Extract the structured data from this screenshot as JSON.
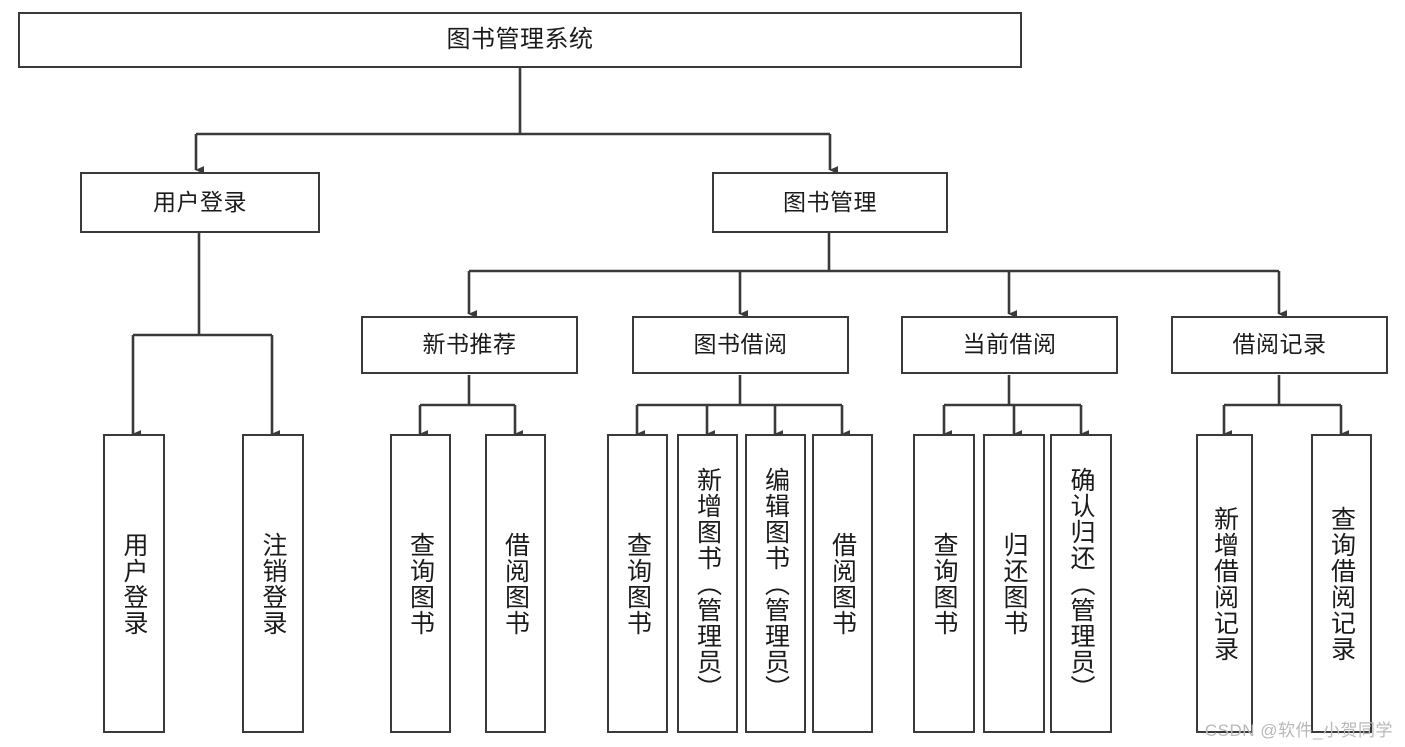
{
  "diagram": {
    "title": "图书管理系统",
    "watermark": "CSDN @软件_小贺同学",
    "stroke_color": "#3a3a3a",
    "text_color": "#1b1b1b",
    "background_color": "#ffffff",
    "watermark_color": "#b8b8b8"
  },
  "nodes": {
    "root": {
      "label": "图书管理系统"
    },
    "level2": [
      {
        "label": "用户登录"
      },
      {
        "label": "图书管理"
      }
    ],
    "level3": [
      {
        "label": "新书推荐"
      },
      {
        "label": "图书借阅"
      },
      {
        "label": "当前借阅"
      },
      {
        "label": "借阅记录"
      }
    ],
    "leaves": {
      "user_login": [
        {
          "label": "用户登录"
        },
        {
          "label": "注销登录"
        }
      ],
      "new_book": [
        {
          "label": "查询图书"
        },
        {
          "label": "借阅图书"
        }
      ],
      "book_borrow": [
        {
          "label": "查询图书"
        },
        {
          "label": "新增图书（管理员）"
        },
        {
          "label": "编辑图书（管理员）"
        },
        {
          "label": "借阅图书"
        }
      ],
      "current_borrow": [
        {
          "label": "查询图书"
        },
        {
          "label": "归还图书"
        },
        {
          "label": "确认归还（管理员）"
        }
      ],
      "borrow_record": [
        {
          "label": "新增借阅记录"
        },
        {
          "label": "查询借阅记录"
        }
      ]
    }
  }
}
